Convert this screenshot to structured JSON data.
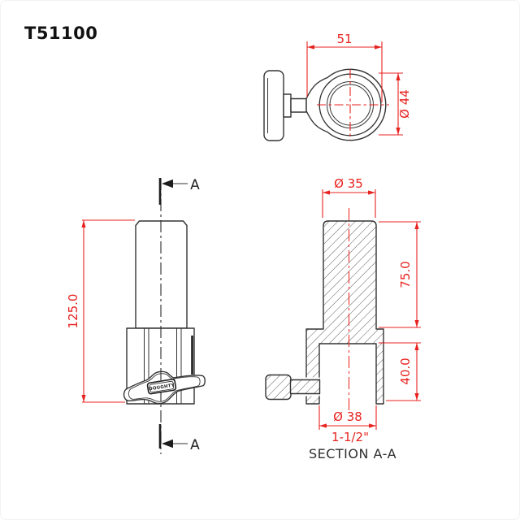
{
  "title": "T51100",
  "colors": {
    "dimension_red": "#e8221f",
    "line_black": "#333333",
    "background": "#ffffff"
  },
  "top_view": {
    "width_dim": "51",
    "diameter_dim": "Ø 44"
  },
  "front_view": {
    "height_dim": "125.0",
    "section_marker": "A",
    "handle_brand": "DOUGHTY"
  },
  "section_view": {
    "label": "SECTION A-A",
    "spigot_diameter": "Ø 35",
    "spigot_length": "75.0",
    "socket_depth": "40.0",
    "bore_diameter": "Ø 38",
    "bore_inches": "1-1/2\""
  }
}
